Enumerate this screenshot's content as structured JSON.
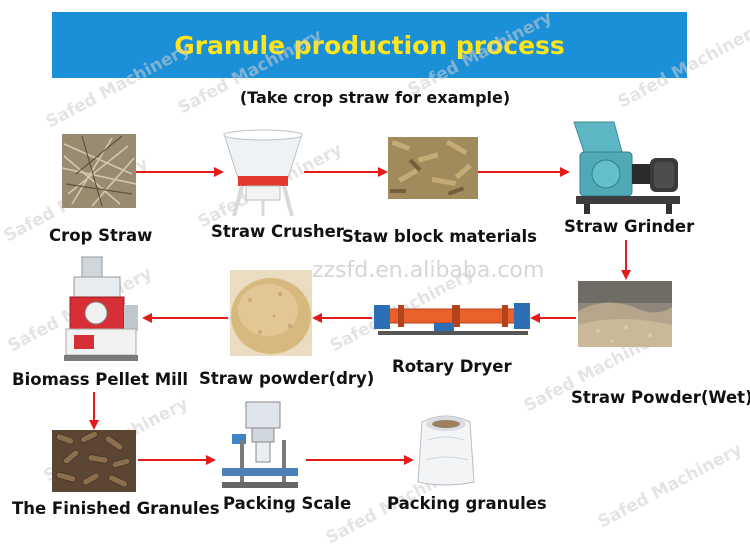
{
  "title": "Granule production process",
  "subtitle": "(Take crop straw for example)",
  "watermark": "Safed Machinery",
  "watermark_url": "zzsfd.en.alibaba.com",
  "colors": {
    "banner": "#1b8fd8",
    "title": "#ffe51a",
    "arrow": "#e41b1b"
  },
  "steps": [
    {
      "id": "crop-straw",
      "label": "Crop Straw"
    },
    {
      "id": "straw-crusher",
      "label": "Straw Crusher"
    },
    {
      "id": "straw-block",
      "label": "Staw block materials"
    },
    {
      "id": "straw-grinder",
      "label": "Straw Grinder"
    },
    {
      "id": "straw-powder-wet",
      "label": "Straw Powder(Wet)"
    },
    {
      "id": "rotary-dryer",
      "label": "Rotary Dryer"
    },
    {
      "id": "straw-powder-dry",
      "label": "Straw powder(dry)"
    },
    {
      "id": "pellet-mill",
      "label": "Biomass Pellet Mill"
    },
    {
      "id": "finished-granules",
      "label": "The Finished Granules"
    },
    {
      "id": "packing-scale",
      "label": "Packing Scale"
    },
    {
      "id": "packing-granules",
      "label": "Packing granules"
    }
  ],
  "flow": [
    [
      "crop-straw",
      "straw-crusher"
    ],
    [
      "straw-crusher",
      "straw-block"
    ],
    [
      "straw-block",
      "straw-grinder"
    ],
    [
      "straw-grinder",
      "straw-powder-wet"
    ],
    [
      "straw-powder-wet",
      "rotary-dryer"
    ],
    [
      "rotary-dryer",
      "straw-powder-dry"
    ],
    [
      "straw-powder-dry",
      "pellet-mill"
    ],
    [
      "pellet-mill",
      "finished-granules"
    ],
    [
      "finished-granules",
      "packing-scale"
    ],
    [
      "packing-scale",
      "packing-granules"
    ]
  ]
}
